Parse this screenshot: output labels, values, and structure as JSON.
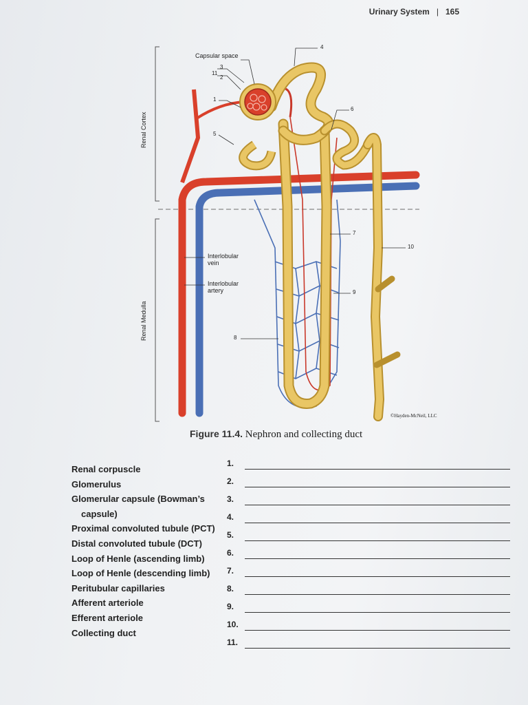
{
  "header": {
    "section": "Urinary System",
    "page_number": "165"
  },
  "figure": {
    "zone_cortex": "Renal Cortex",
    "zone_medulla": "Renal Medulla",
    "capsular_space_label": "Capsular space",
    "interlobular_vein_label": "Interlobular vein",
    "interlobular_artery_label": "Interlobular artery",
    "numbers": [
      "1",
      "2",
      "3",
      "4",
      "5",
      "6",
      "7",
      "8",
      "9",
      "10",
      "11"
    ],
    "copyright": "©Hayden-McNeil, LLC",
    "colors": {
      "artery": "#d9402b",
      "vein": "#4a6fb5",
      "tubule": "#e9c665",
      "tubule_edge": "#b8902e",
      "capillary": "#c9382a"
    }
  },
  "caption": {
    "number": "Figure 11.4.",
    "text": "Nephron and collecting duct"
  },
  "terms": [
    "Renal corpuscle",
    "Glomerulus",
    "Glomerular capsule (Bowman’s",
    "capsule)",
    "Proximal convoluted tubule (PCT)",
    "Distal convoluted tubule (DCT)",
    "Loop of Henle (ascending limb)",
    "Loop of Henle (descending limb)",
    "Peritubular capillaries",
    "Afferent arteriole",
    "Efferent arteriole",
    "Collecting duct"
  ],
  "blanks": [
    "1.",
    "2.",
    "3.",
    "4.",
    "5.",
    "6.",
    "7.",
    "8.",
    "9.",
    "10.",
    "11."
  ]
}
